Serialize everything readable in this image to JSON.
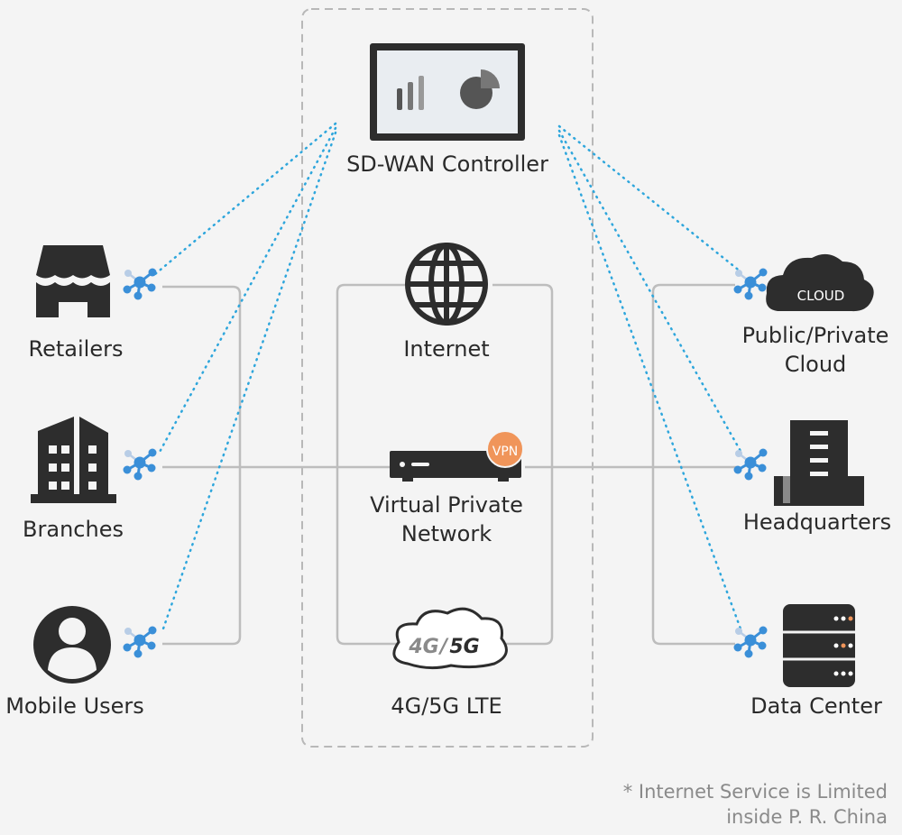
{
  "controller": {
    "label": "SD-WAN Controller"
  },
  "left_nodes": [
    {
      "id": "retailers",
      "label": "Retailers"
    },
    {
      "id": "branches",
      "label": "Branches"
    },
    {
      "id": "mobile-users",
      "label": "Mobile Users"
    }
  ],
  "middle_nodes": [
    {
      "id": "internet",
      "label": "Internet"
    },
    {
      "id": "vpn",
      "label_line1": "Virtual Private",
      "label_line2": "Network",
      "badge": "VPN"
    },
    {
      "id": "lte",
      "label": "4G/5G LTE",
      "cloud_text_a": "4G",
      "cloud_text_sep": "/",
      "cloud_text_b": "5G"
    }
  ],
  "right_nodes": [
    {
      "id": "cloud",
      "label_line1": "Public/Private",
      "label_line2": "Cloud",
      "icon_text": "CLOUD"
    },
    {
      "id": "headquarters",
      "label": "Headquarters"
    },
    {
      "id": "data-center",
      "label": "Data Center"
    }
  ],
  "footnote": {
    "line1": "* Internet Service is Limited",
    "line2": "inside P. R. China"
  },
  "colors": {
    "dark": "#2d2d2d",
    "link_line": "#bdbdbd",
    "dotted_link": "#2ea6dc",
    "hub": "#3a8fd8",
    "vpn_badge": "#f0955a",
    "dashed_border": "#b8b8b8"
  }
}
